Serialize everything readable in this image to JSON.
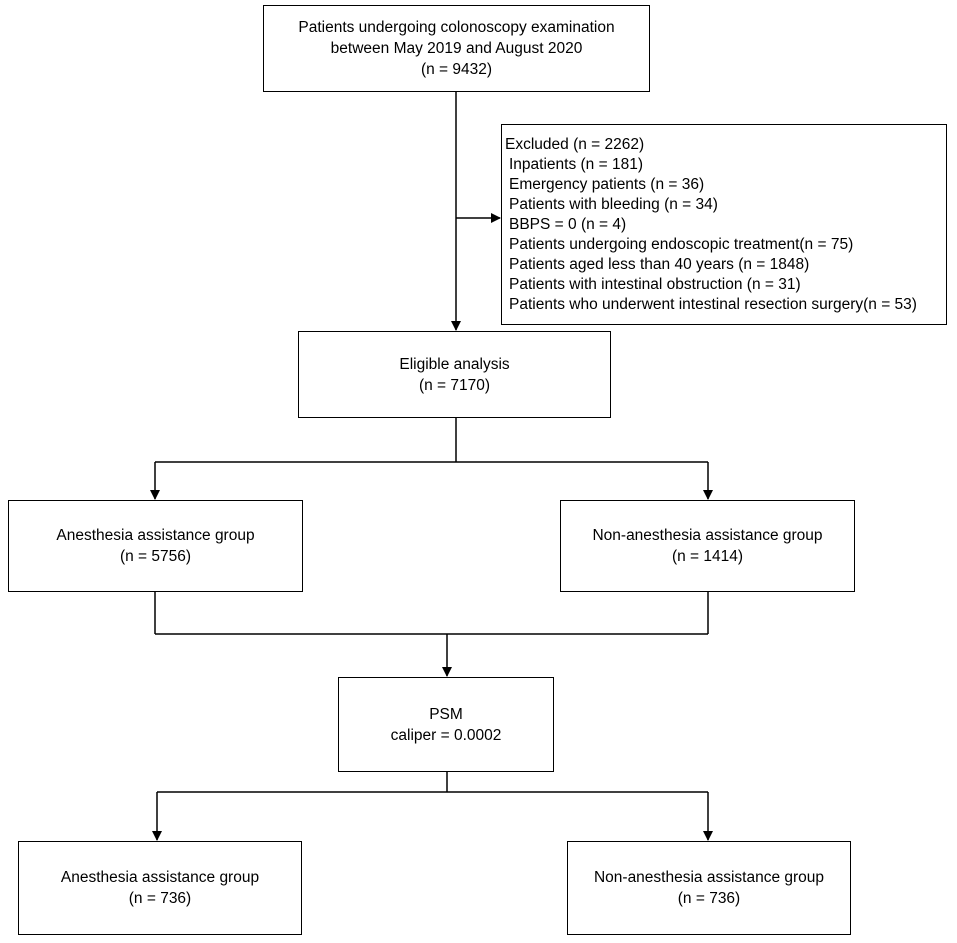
{
  "diagram": {
    "start": {
      "line1": "Patients undergoing colonoscopy examination",
      "line2": "between May 2019 and August 2020",
      "line3": "(n = 9432)"
    },
    "excluded": {
      "title": "Excluded (n = 2262)",
      "items": [
        "Inpatients (n = 181)",
        "Emergency patients (n = 36)",
        "Patients with bleeding (n = 34)",
        "BBPS = 0 (n = 4)",
        "Patients undergoing endoscopic treatment(n = 75)",
        "Patients aged less than 40 years (n = 1848)",
        "Patients with intestinal obstruction (n = 31)",
        "Patients who underwent intestinal resection surgery(n = 53)"
      ]
    },
    "eligible": {
      "line1": "Eligible analysis",
      "line2": "(n = 7170)"
    },
    "anesthesia_1": {
      "line1": "Anesthesia assistance group",
      "line2": "(n = 5756)"
    },
    "non_anesthesia_1": {
      "line1": "Non-anesthesia assistance group",
      "line2": "(n = 1414)"
    },
    "psm": {
      "line1": "PSM",
      "line2": "caliper = 0.0002"
    },
    "anesthesia_2": {
      "line1": "Anesthesia assistance group",
      "line2": "(n = 736)"
    },
    "non_anesthesia_2": {
      "line1": "Non-anesthesia assistance group",
      "line2": "(n = 736)"
    }
  }
}
